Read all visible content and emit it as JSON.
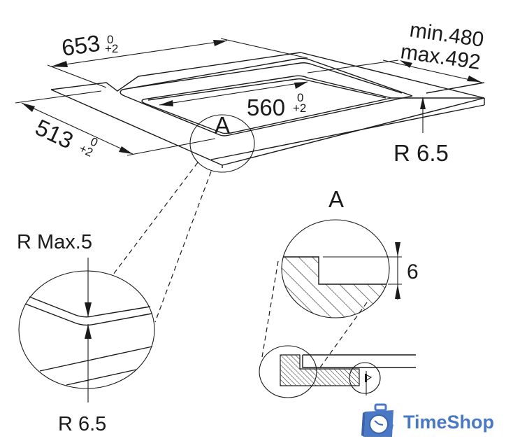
{
  "diagram": {
    "type": "cooktop-cutout-installation-drawing",
    "dimensions": {
      "width": {
        "value": "653",
        "tol_upper": "0",
        "tol_lower": "+2"
      },
      "depth": {
        "value": "513",
        "tol_upper": "0",
        "tol_lower": "+2"
      },
      "inner_width": {
        "value": "560",
        "tol_upper": "0",
        "tol_lower": "+2"
      },
      "worktop_min": "min.480",
      "worktop_max": "max.492",
      "corner_radius_top": "R 6.5"
    },
    "detail_labels": {
      "callout_marker": "A",
      "detail_title": "A",
      "step_height": "6"
    },
    "corner_detail": {
      "radius_max": "R Max.5",
      "radius": "R 6.5"
    }
  },
  "watermark": {
    "brand": "TimeShop",
    "icon": "briefcase-clock-icon",
    "color": "#4a78c4"
  }
}
